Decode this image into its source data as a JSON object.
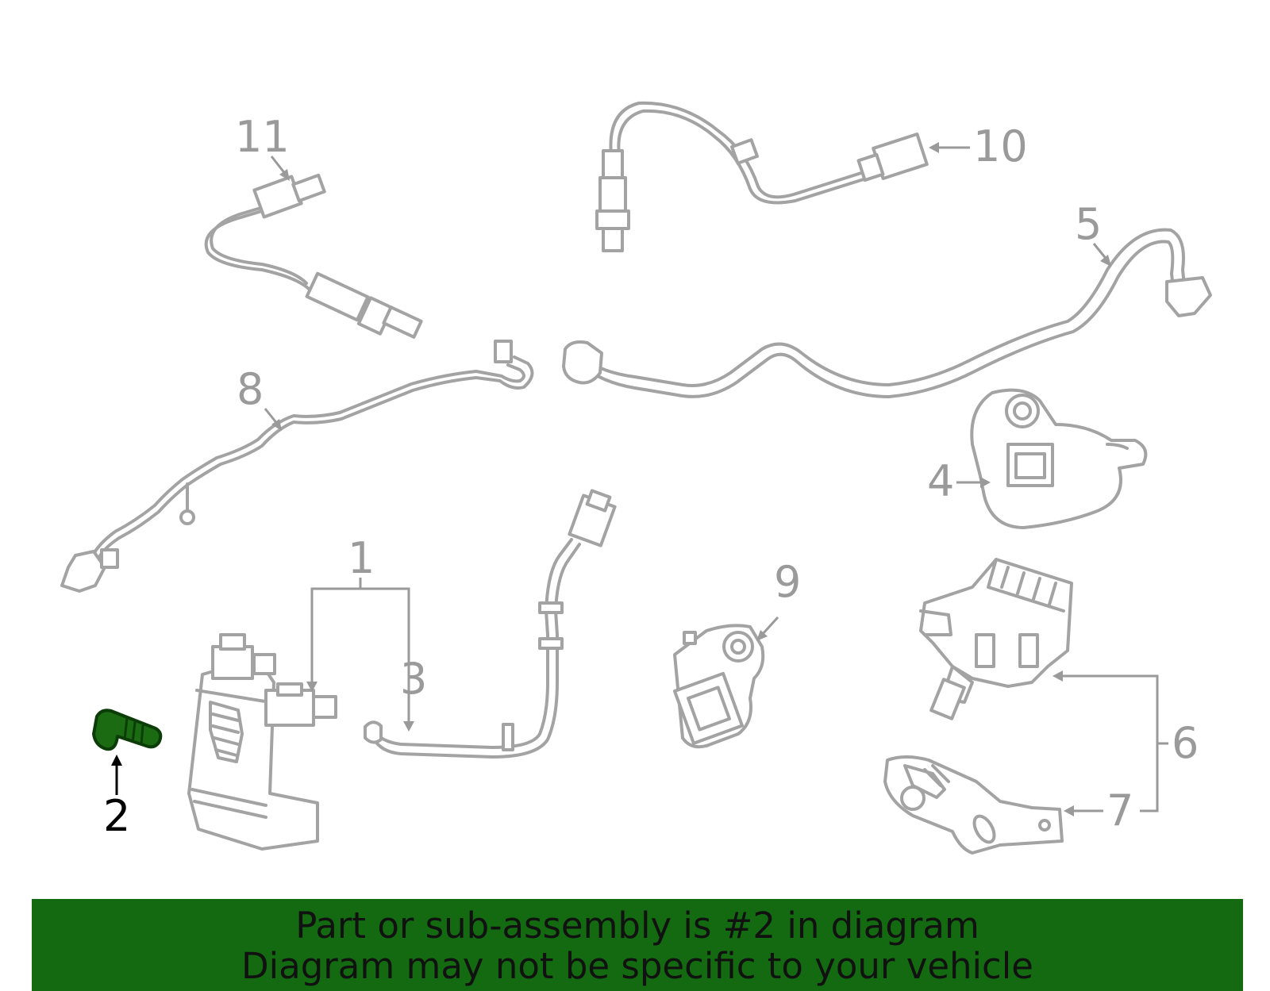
{
  "callouts": {
    "c1": "1",
    "c2": "2",
    "c3": "3",
    "c4": "4",
    "c5": "5",
    "c6": "6",
    "c7": "7",
    "c8": "8",
    "c9": "9",
    "c10": "10",
    "c11": "11"
  },
  "highlighted_part": "2",
  "colors": {
    "highlight": "#1a6b12",
    "banner": "#136a10",
    "lineart": "#a3a3a3"
  },
  "banner": {
    "line1": "Part or sub-assembly is #2 in diagram",
    "line2": "Diagram may not be specific to your vehicle"
  }
}
